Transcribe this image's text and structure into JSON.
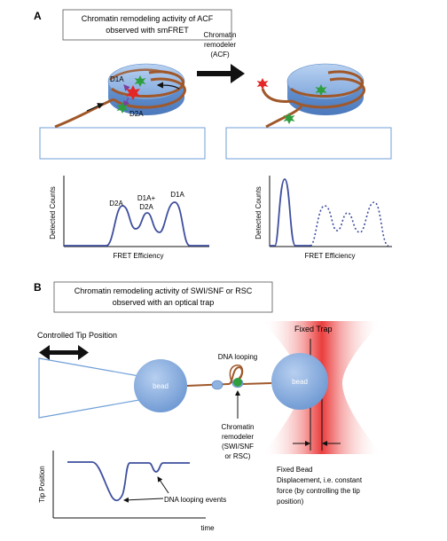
{
  "panel_a": {
    "label": "A",
    "title_line1": "Chromatin remodeling activity of ACF",
    "title_line2": "observed with smFRET",
    "remodeler_line1": "Chromatin",
    "remodeler_line2": "remodeler",
    "remodeler_line3": "(ACF)",
    "dye_d1a": "D1A",
    "dye_d2a": "D2A",
    "left_plot": {
      "ylabel": "Detected Counts",
      "xlabel": "FRET Efficiency",
      "peak1": "D2A",
      "peak2_line1": "D1A+",
      "peak2_line2": "D2A",
      "peak3": "D1A"
    },
    "right_plot": {
      "ylabel": "Detected Counts",
      "xlabel": "FRET Efficiency"
    }
  },
  "panel_b": {
    "label": "B",
    "title_line1": "Chromatin remodeling activity of SWI/SNF or RSC",
    "title_line2": "observed with an optical trap",
    "controlled_tip": "Controlled Tip Position",
    "fixed_trap": "Fixed Trap",
    "dna_looping": "DNA looping",
    "bead_left": "bead",
    "bead_right": "bead",
    "remodeler_line1": "Chromatin",
    "remodeler_line2": "remodeler",
    "remodeler_line3": "(SWI/SNF",
    "remodeler_line4": "or RSC)",
    "fixed_bead_line1": "Fixed Bead",
    "fixed_bead_line2": "Displacement, i.e. constant",
    "fixed_bead_line3": "force (by controlling the tip",
    "fixed_bead_line4": "position)",
    "plot_ylabel": "Tip Position",
    "plot_xlabel": "time",
    "looping_events": "DNA looping events"
  },
  "colors": {
    "nucleosome_blue": "#6f9fd8",
    "dna_brown": "#a0582a",
    "curve_blue": "#3f4f9e",
    "dye_red": "#e32626",
    "dye_green": "#2e9e3e",
    "trap_red": "#ea3b3b",
    "bead_blue": "#8fb3e0"
  }
}
